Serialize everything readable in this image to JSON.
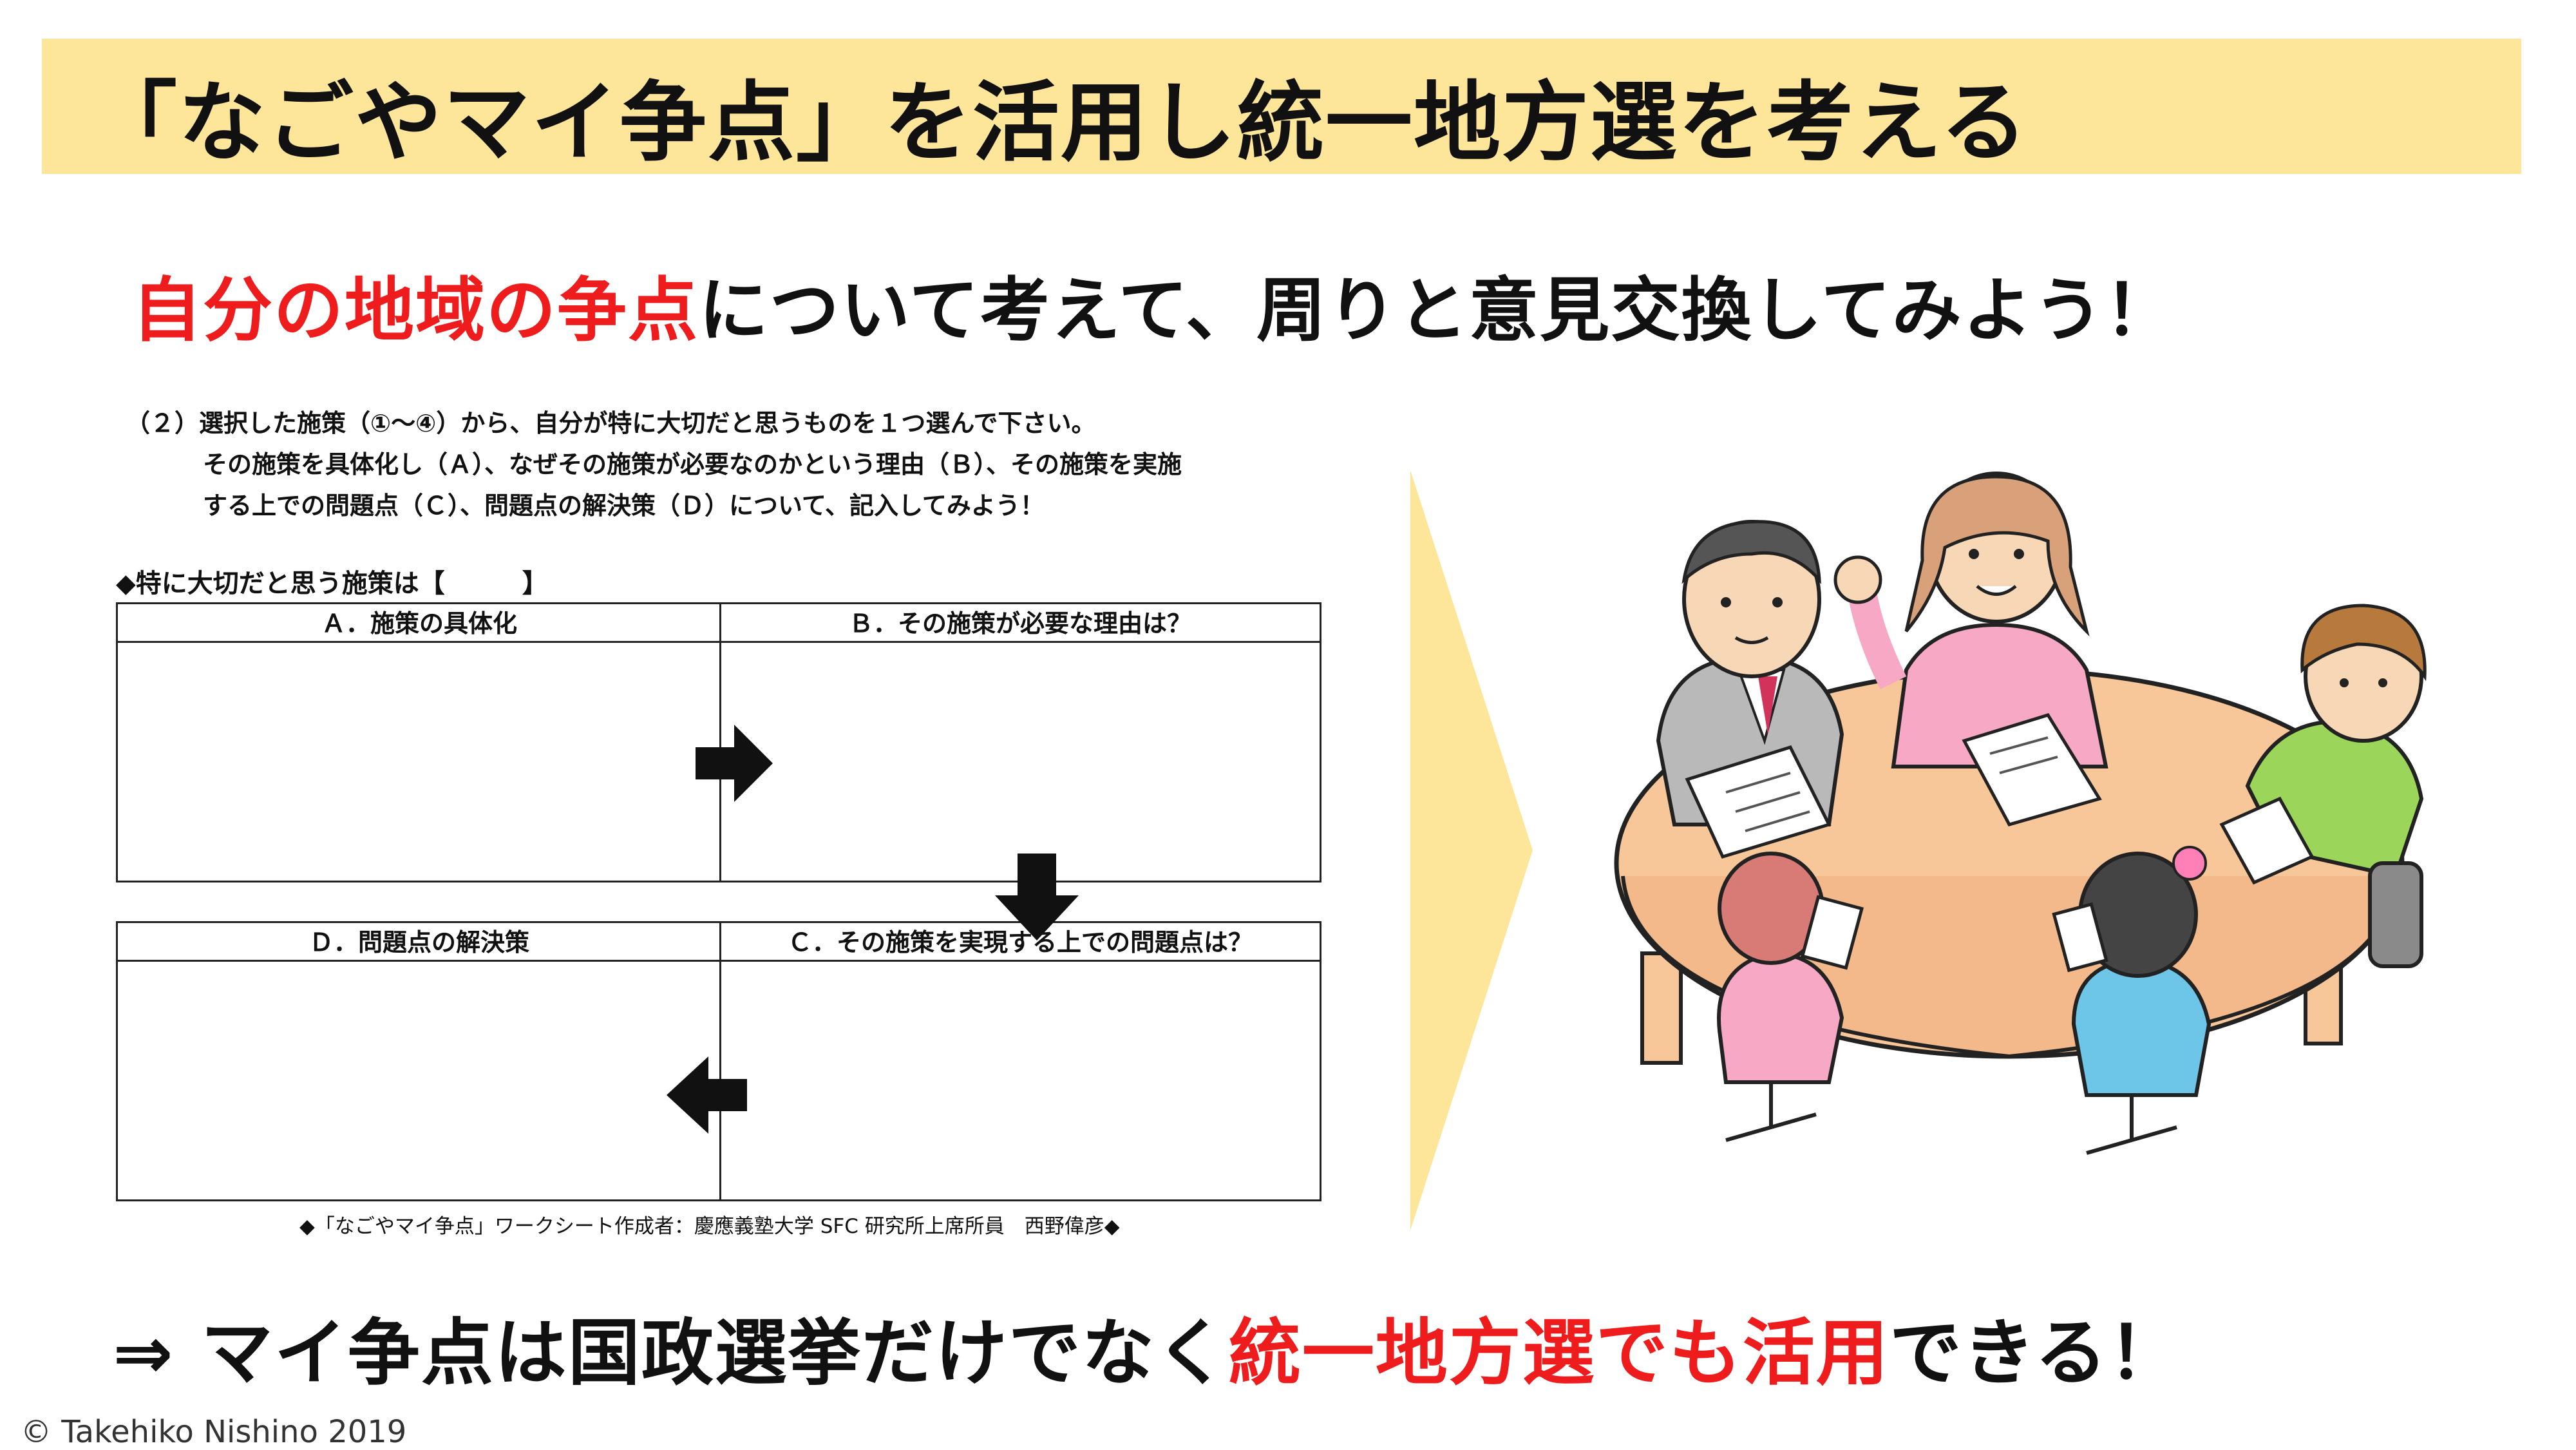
{
  "title": "「なごやマイ争点」を活用し統一地方選を考える",
  "subtitle": {
    "highlight": "自分の地域の争点",
    "rest": "について考えて、周りと意見交換してみよう！"
  },
  "worksheet": {
    "instructions": {
      "line1": "（２）選択した施策（①〜④）から、自分が特に大切だと思うものを１つ選んで下さい。",
      "line2": "その施策を具体化し（Ａ）、なぜその施策が必要なのかという理由（Ｂ）、その施策を実施",
      "line3": "する上での問題点（Ｃ）、問題点の解決策（Ｄ）について、記入してみよう！"
    },
    "important_label": "◆特に大切だと思う施策は【　　　】",
    "box_a": "Ａ．施策の具体化",
    "box_b": "Ｂ．その施策が必要な理由は？",
    "box_c": "Ｃ．その施策を実現する上での問題点は？",
    "box_d": "Ｄ．問題点の解決策",
    "footer": "◆「なごやマイ争点」ワークシート作成者：慶應義塾大学 SFC 研究所上席所員　西野偉彦◆"
  },
  "bottom": {
    "prefix": "⇒ マイ争点は国政選挙だけでなく",
    "highlight": "統一地方選でも活用",
    "suffix": "できる！"
  },
  "copyright": "© Takehiko Nishino 2019",
  "colors": {
    "title_band": "#fde59a",
    "highlight_red": "#ee1c1c",
    "chevron": "#fde59a",
    "table_wood": "#f7c79a"
  }
}
